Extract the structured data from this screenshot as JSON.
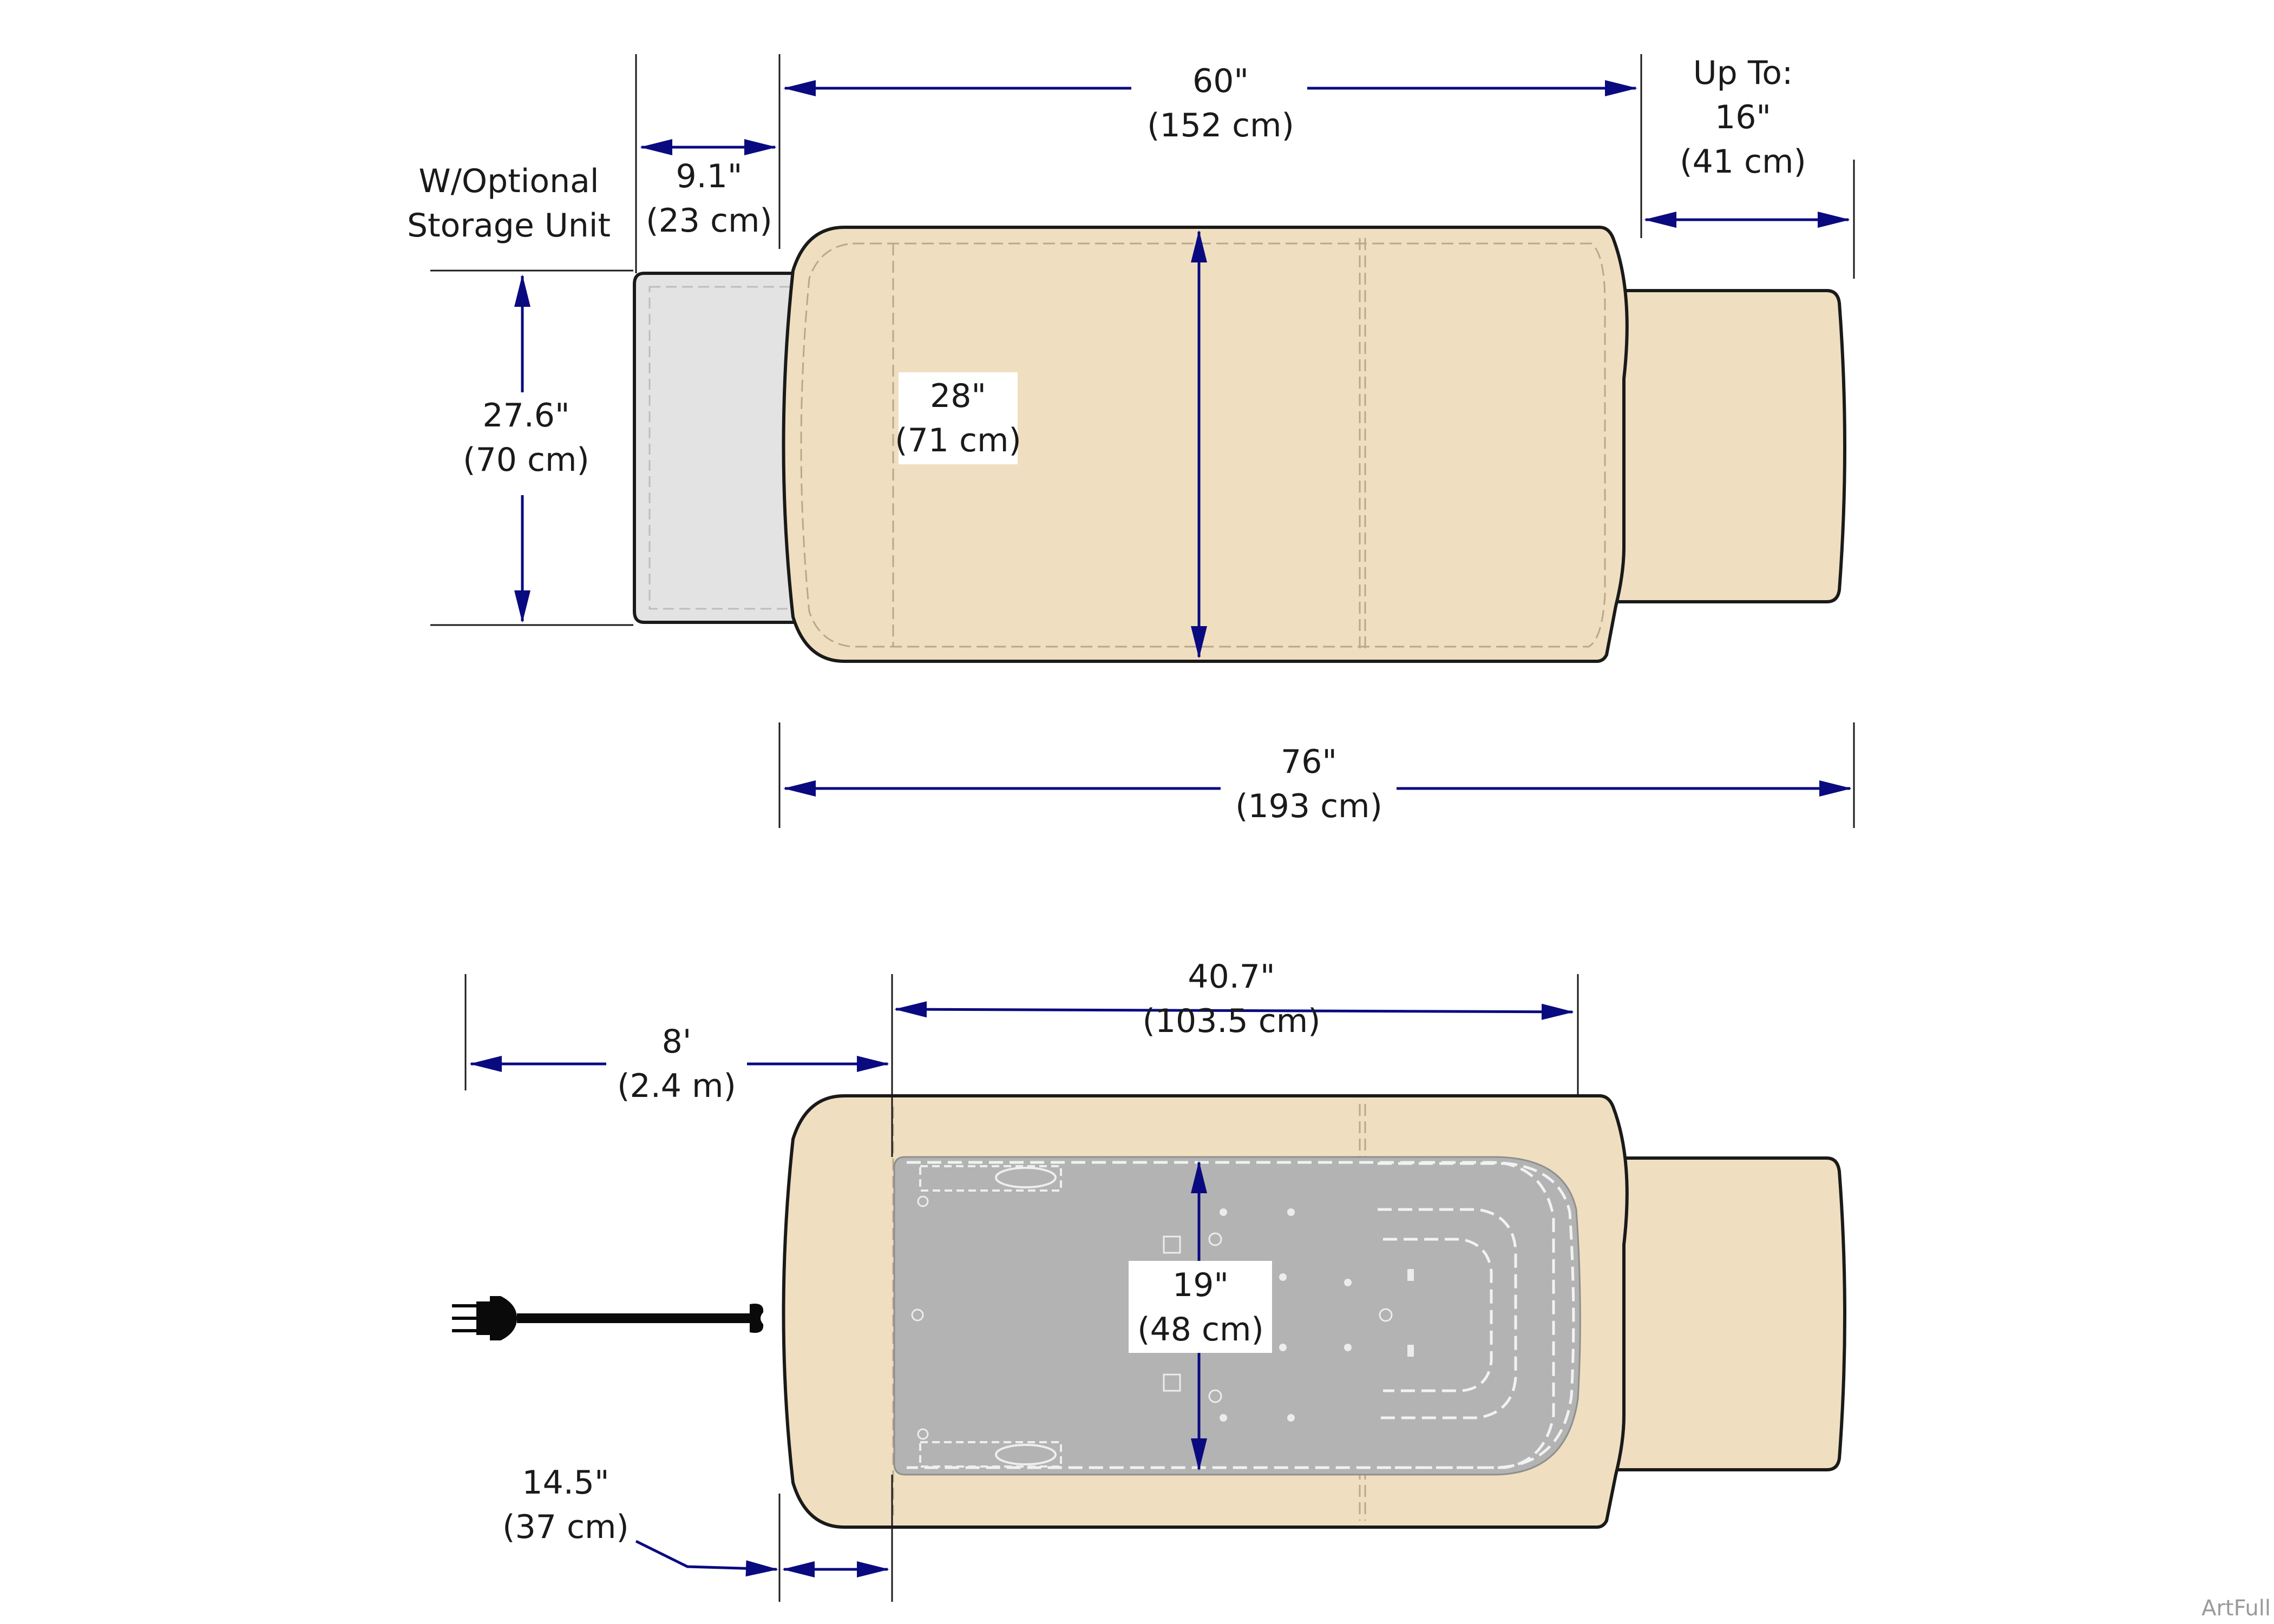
{
  "colors": {
    "tabletop": "#efdfc0",
    "storage_unit": "#e3e3e3",
    "base": "#b3b3b3",
    "dimension_line": "#0a0a80",
    "outline": "#1a1a1a",
    "label_box": "#ffffff"
  },
  "top_view": {
    "storage_label_line1": "W/Optional",
    "storage_label_line2": "Storage Unit",
    "storage_depth_in": "9.1\"",
    "storage_depth_cm": "(23 cm)",
    "storage_width_in": "27.6\"",
    "storage_width_cm": "(70 cm)",
    "table_length_in": "60\"",
    "table_length_cm": "(152 cm)",
    "extension_label": "Up To:",
    "extension_in": "16\"",
    "extension_cm": "(41 cm)",
    "table_width_in": "28\"",
    "table_width_cm": "(71 cm)",
    "overall_length_in": "76\"",
    "overall_length_cm": "(193 cm)"
  },
  "bottom_view": {
    "base_length_in": "40.7\"",
    "base_length_cm": "(103.5 cm)",
    "cord_length_ft": "8'",
    "cord_length_m": "(2.4 m)",
    "base_width_in": "19\"",
    "base_width_cm": "(48 cm)",
    "base_offset_in": "14.5\"",
    "base_offset_cm": "(37 cm)",
    "power_cord_icon": "power-plug-icon"
  },
  "watermark": "ArtFull"
}
